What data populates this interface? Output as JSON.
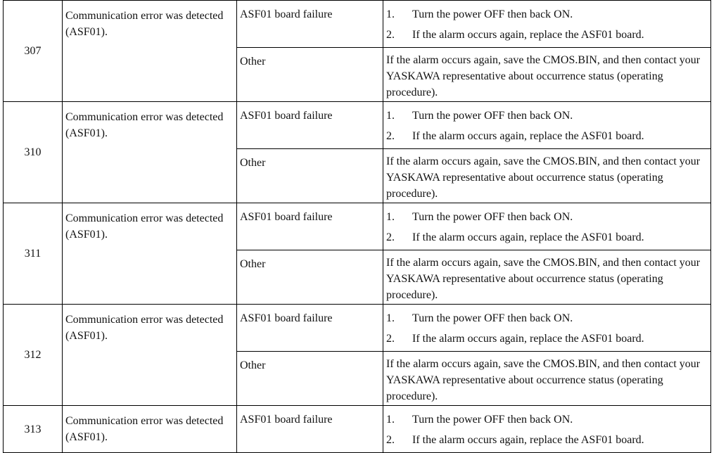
{
  "rows": [
    {
      "code": "307",
      "description": "Communication error was detected (ASF01).",
      "cause": "ASF01 board failure",
      "steps": [
        {
          "num": "1.",
          "text": "Turn the power OFF then back ON."
        },
        {
          "num": "2.",
          "text": "If the alarm occurs again, replace the ASF01 board."
        }
      ],
      "other_cause": "Other",
      "other_remedy": "If the alarm occurs again, save the CMOS.BIN, and then contact your YASKAWA representative about occurrence status (operating procedure)."
    },
    {
      "code": "310",
      "description": "Communication error was detected (ASF01).",
      "cause": "ASF01 board failure",
      "steps": [
        {
          "num": "1.",
          "text": "Turn the power OFF then back ON."
        },
        {
          "num": "2.",
          "text": "If the alarm occurs again, replace the ASF01 board."
        }
      ],
      "other_cause": "Other",
      "other_remedy": "If the alarm occurs again, save the CMOS.BIN, and then contact your YASKAWA representative about occurrence status (operating procedure)."
    },
    {
      "code": "311",
      "description": "Communication error was detected (ASF01).",
      "cause": "ASF01 board failure",
      "steps": [
        {
          "num": "1.",
          "text": "Turn the power OFF then back ON."
        },
        {
          "num": "2.",
          "text": "If the alarm occurs again, replace the ASF01 board."
        }
      ],
      "other_cause": "Other",
      "other_remedy": "If the alarm occurs again, save the CMOS.BIN, and then contact your YASKAWA representative about occurrence status (operating procedure)."
    },
    {
      "code": "312",
      "description": "Communication error was detected (ASF01).",
      "cause": "ASF01 board failure",
      "steps": [
        {
          "num": "1.",
          "text": "Turn the power OFF then back ON."
        },
        {
          "num": "2.",
          "text": "If the alarm occurs again, replace the ASF01 board."
        }
      ],
      "other_cause": "Other",
      "other_remedy": "If the alarm occurs again, save the CMOS.BIN, and then contact your YASKAWA representative about occurrence status (operating procedure)."
    },
    {
      "code": "313",
      "description": "Communication error was detected (ASF01).",
      "cause": "ASF01 board failure",
      "steps": [
        {
          "num": "1.",
          "text": "Turn the power OFF then back ON."
        },
        {
          "num": "2.",
          "text": "If the alarm occurs again, replace the ASF01 board."
        }
      ]
    }
  ]
}
